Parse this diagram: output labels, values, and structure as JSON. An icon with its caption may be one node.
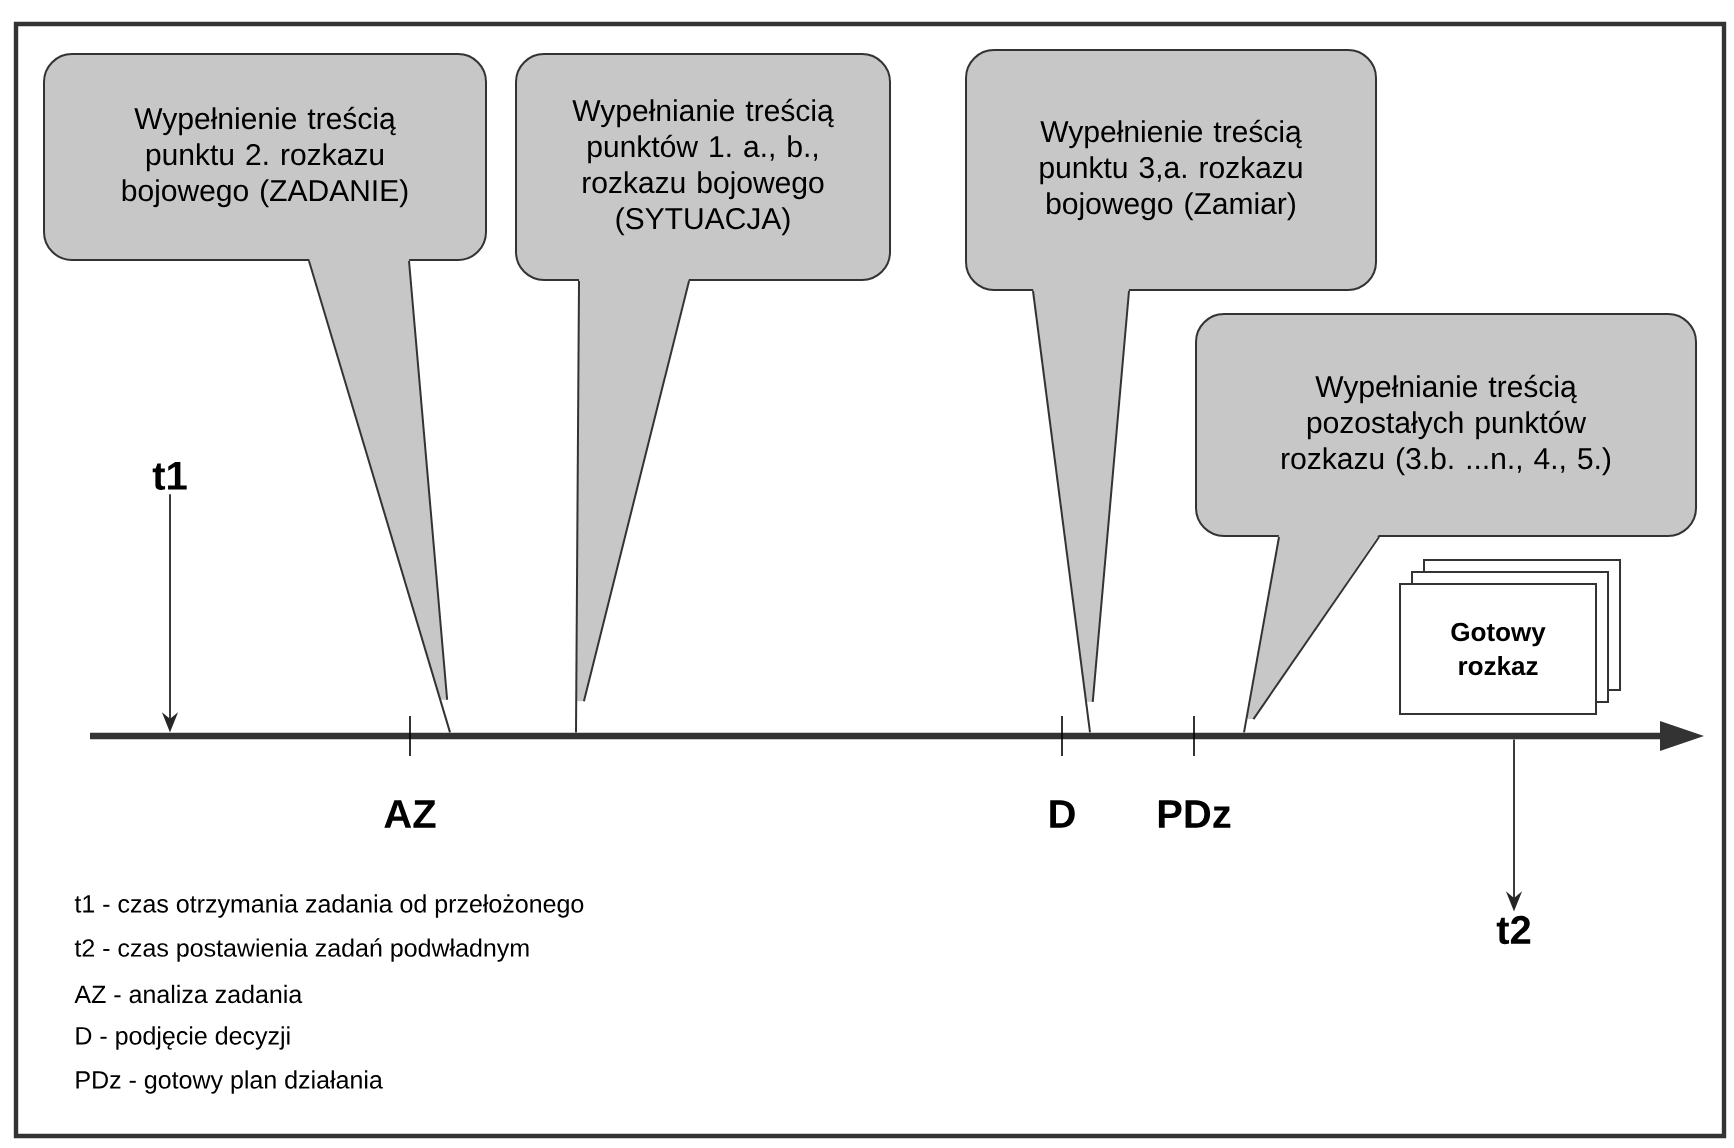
{
  "diagram": {
    "nodes": [
      {
        "text": [
          "Wypełnienie treścią punktu 2. rozkazu bojowego (ZADANIE)"
        ]
      },
      {
        "text": [
          "Wypełnianie treścią punktów 1. a., b., rozkazu bojowego (SYTUACJA)"
        ]
      },
      {
        "text": [
          "Wypełnienie treścią punktu 3,a. rozkazu bojowego (Zamiar)"
        ]
      },
      {
        "text": [
          "Wypełnianie treścią pozostałych punktów rozkazu (3.b. ...n., 4., 5.)"
        ]
      },
      {
        "text": [
          "t1"
        ]
      },
      {
        "text": [
          "Gotowy rozkaz"
        ]
      },
      {
        "text": [
          "t2"
        ]
      },
      {
        "text": [],
        "shape": "bar"
      }
    ],
    "edges": [
      {
        "from": 0,
        "to": 7,
        "arrow": "none"
      },
      {
        "from": 1,
        "to": 7,
        "arrow": "none"
      },
      {
        "from": 2,
        "to": 7,
        "arrow": "none"
      },
      {
        "from": 3,
        "to": 7,
        "arrow": "none"
      },
      {
        "from": 4,
        "to": 7,
        "arrow": "to"
      },
      {
        "from": 7,
        "to": 6,
        "arrow": "to"
      }
    ],
    "labels": [
      "AZ",
      "D",
      "PDz",
      "t1 - czas otrzymania zadania od przełożonego",
      "t2 - czas postawienia zadań podwładnym",
      "AZ - analiza zadania",
      "D - podjęcie decyzji",
      "PDz - gotowy plan działania"
    ]
  }
}
